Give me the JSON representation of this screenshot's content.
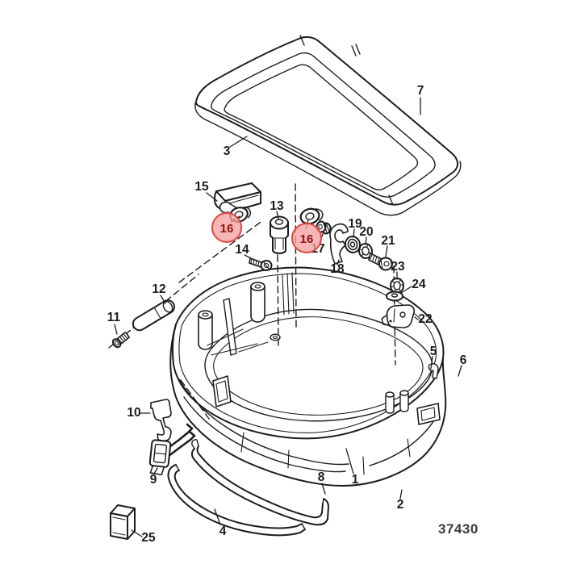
{
  "diagram": {
    "drawing_number": "37430",
    "colors": {
      "line": "#1c1c1c",
      "background": "#ffffff",
      "highlight_fill": "#f5a2a2",
      "highlight_stroke": "#e0473f",
      "highlight_text": "#8c1310"
    },
    "callouts": [
      {
        "id": "1",
        "label": "1"
      },
      {
        "id": "2",
        "label": "2"
      },
      {
        "id": "3",
        "label": "3"
      },
      {
        "id": "4",
        "label": "4"
      },
      {
        "id": "5",
        "label": "5"
      },
      {
        "id": "6",
        "label": "6"
      },
      {
        "id": "7",
        "label": "7"
      },
      {
        "id": "8",
        "label": "8"
      },
      {
        "id": "9",
        "label": "9"
      },
      {
        "id": "10",
        "label": "10"
      },
      {
        "id": "11",
        "label": "11"
      },
      {
        "id": "12",
        "label": "12"
      },
      {
        "id": "13",
        "label": "13"
      },
      {
        "id": "14",
        "label": "14"
      },
      {
        "id": "15",
        "label": "15"
      },
      {
        "id": "16",
        "label": "16"
      },
      {
        "id": "17",
        "label": "17"
      },
      {
        "id": "18",
        "label": "18"
      },
      {
        "id": "19",
        "label": "19"
      },
      {
        "id": "20",
        "label": "20"
      },
      {
        "id": "21",
        "label": "21"
      },
      {
        "id": "22",
        "label": "22"
      },
      {
        "id": "23",
        "label": "23"
      },
      {
        "id": "24",
        "label": "24"
      },
      {
        "id": "25",
        "label": "25"
      }
    ],
    "highlights": [
      {
        "id": "16-left",
        "label": "16"
      },
      {
        "id": "16-right",
        "label": "16"
      }
    ]
  }
}
